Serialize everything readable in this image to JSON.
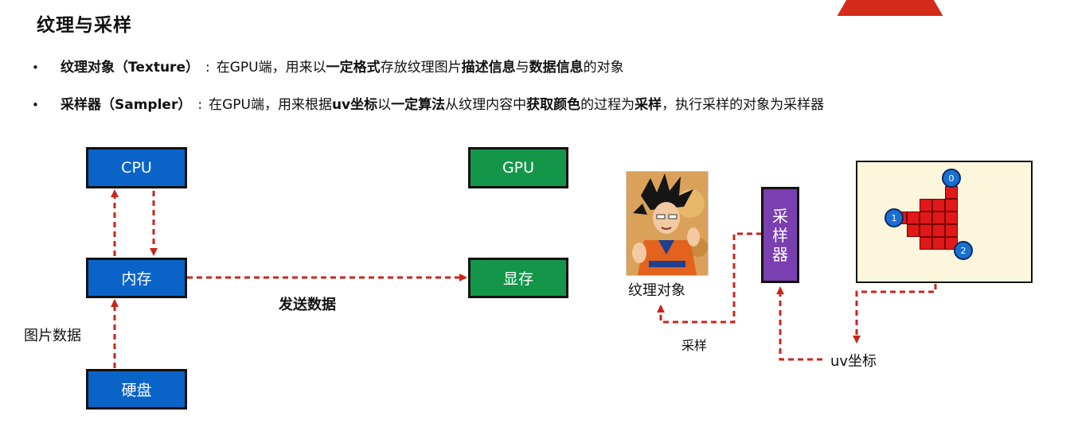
{
  "title": "纹理与采样",
  "bullets": [
    {
      "term": "纹理对象（Texture）",
      "parts": [
        "在GPU端，用来以",
        "一定格式",
        "存放纹理图片",
        "描述信息",
        "与",
        "数据信息",
        "的对象"
      ]
    },
    {
      "term": "采样器（Sampler）",
      "parts": [
        "在GPU端，用来根据",
        "uv坐标",
        "以",
        "一定算法",
        "从纹理内容中",
        "获取颜色",
        "的过程为",
        "采样",
        "，执行采样的对象为采样器"
      ]
    }
  ],
  "separator": ":",
  "nodes": {
    "cpu": "CPU",
    "memory": "内存",
    "disk": "硬盘",
    "gpu": "GPU",
    "vram": "显存",
    "sampler_chars": [
      "采",
      "样",
      "器"
    ]
  },
  "labels": {
    "image_data": "图片数据",
    "send_data": "发送数据",
    "texture_object": "纹理对象",
    "sampling": "采样",
    "uv_coords": "uv坐标"
  },
  "vertices": [
    "0",
    "1",
    "2"
  ],
  "colors": {
    "blue_box": "#0a64c8",
    "green_box": "#14964a",
    "purple_box": "#7a3fb0",
    "arrow": "#c8261c",
    "grid_cell": "#e01818"
  }
}
